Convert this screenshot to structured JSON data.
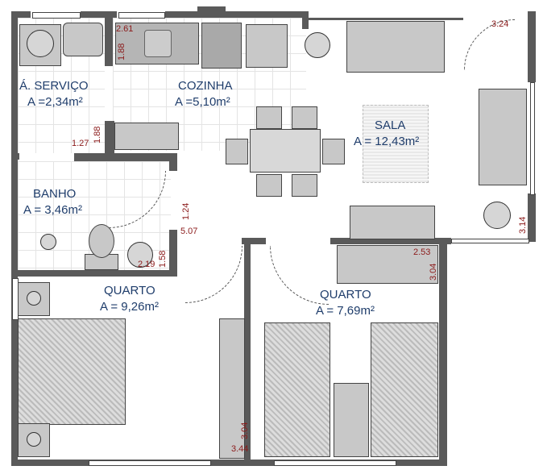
{
  "rooms": {
    "servico": {
      "name": "Á. SERVIÇO",
      "area": "A =2,34m²"
    },
    "cozinha": {
      "name": "COZINHA",
      "area": "A =5,10m²"
    },
    "sala": {
      "name": "SALA",
      "area": "A = 12,43m²"
    },
    "banho": {
      "name": "BANHO",
      "area": "A = 3,46m²"
    },
    "quarto1": {
      "name": "QUARTO",
      "area": "A = 9,26m²"
    },
    "quarto2": {
      "name": "QUARTO",
      "area": "A = 7,69m²"
    }
  },
  "dimensions": {
    "kitchen_counter_w": "2.61",
    "kitchen_counter_h": "1.88",
    "servico_h": "1.88",
    "servico_w": "1.27",
    "hall_h": "1.24",
    "hall_w": "5.07",
    "banho_w": "2.19",
    "banho_h": "1.58",
    "sala_top": "3.24",
    "sala_right": "3.14",
    "closet_w": "2.53",
    "closet_h": "3.04",
    "quarto1_wardrobe_h": "3.04",
    "quarto1_wardrobe_w": "3.44"
  },
  "colors": {
    "wall": "#5a5a5a",
    "label": "#1f3d6b",
    "dimension": "#8b1a1a"
  }
}
